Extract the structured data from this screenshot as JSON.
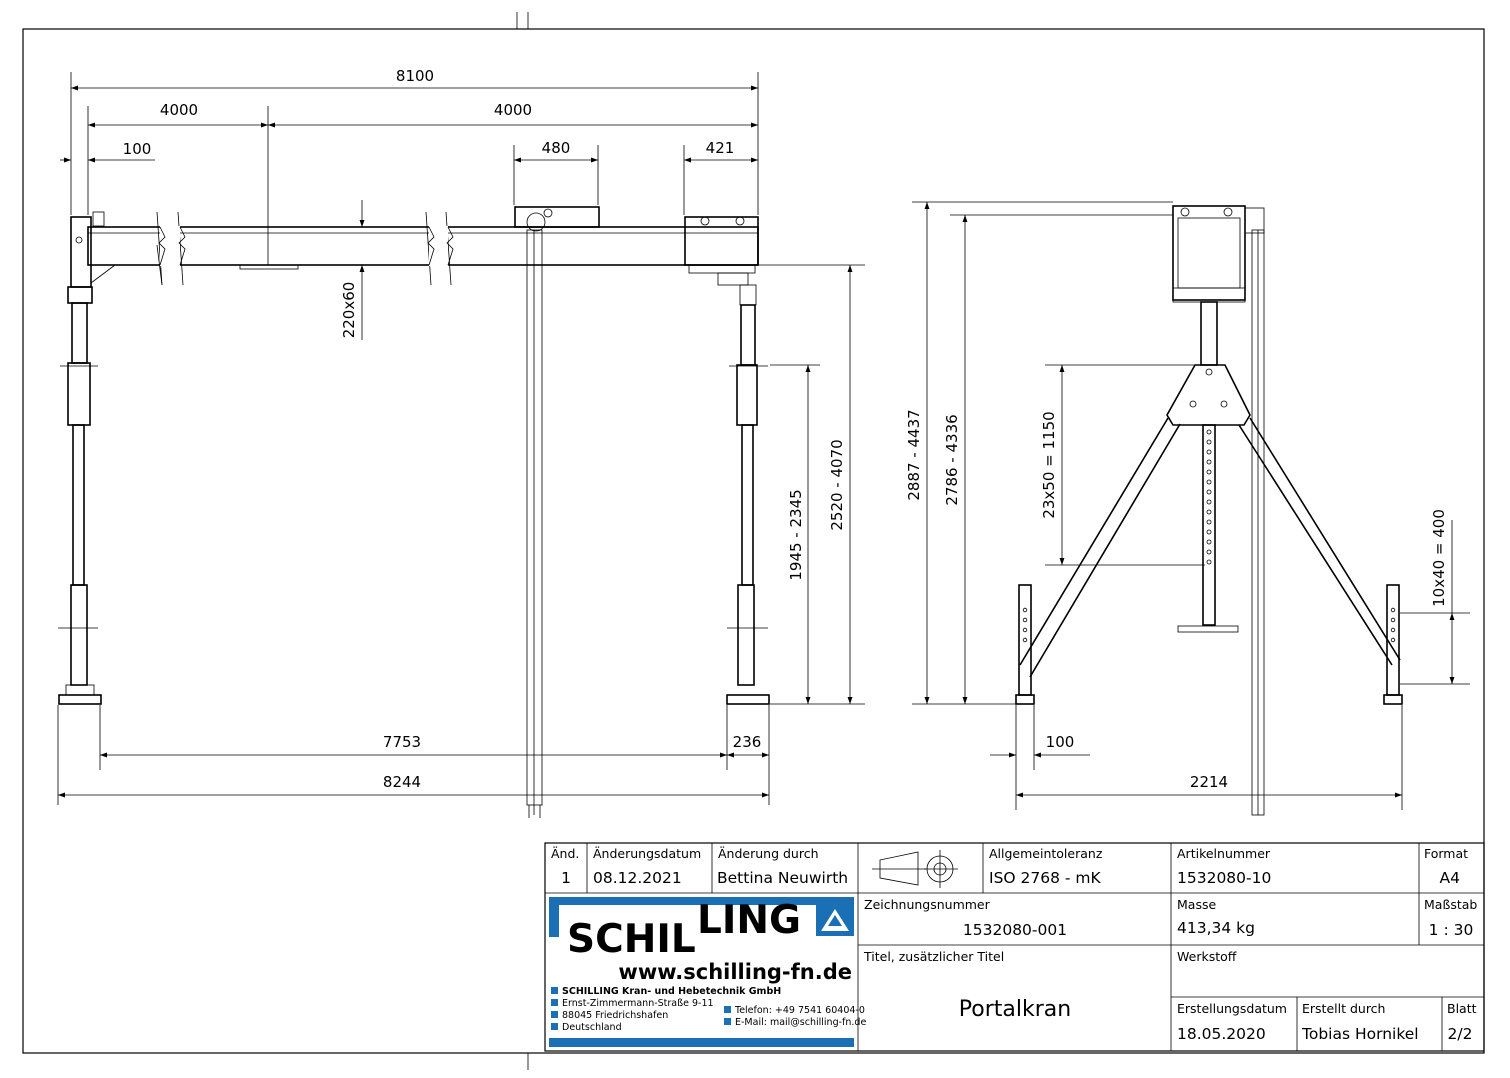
{
  "dimensions": {
    "front": {
      "total_length": "8100",
      "half_left": "4000",
      "half_right": "4000",
      "offset_left": "100",
      "trolley_width": "480",
      "end_width": "421",
      "beam_profile": "220x60",
      "height_leg": "1945 - 2345",
      "height_beam": "2520 - 4070",
      "base_span": "7753",
      "foot_width": "236",
      "overall_span": "8244"
    },
    "side": {
      "total_height": "2887 - 4437",
      "beam_height": "2786 - 4336",
      "hole_pattern_upper": "23x50 = 1150",
      "hole_pattern_lower": "10x40 = 400",
      "foot_offset": "100",
      "base_width": "2214"
    }
  },
  "titleblock": {
    "rev_label": "Änd.",
    "rev_value": "1",
    "change_date_label": "Änderungsdatum",
    "change_date_value": "08.12.2021",
    "change_by_label": "Änderung durch",
    "change_by_value": "Bettina Neuwirth",
    "tolerance_label": "Allgemeintoleranz",
    "tolerance_value": "ISO 2768 - mK",
    "article_label": "Artikelnummer",
    "article_value": "1532080-10",
    "format_label": "Format",
    "format_value": "A4",
    "drawing_no_label": "Zeichnungsnummer",
    "drawing_no_value": "1532080-001",
    "mass_label": "Masse",
    "mass_value": "413,34 kg",
    "scale_label": "Maßstab",
    "scale_value": "1 : 30",
    "title_label": "Titel, zusätzlicher Titel",
    "title_value": "Portalkran",
    "material_label": "Werkstoff",
    "material_value": "",
    "created_date_label": "Erstellungsdatum",
    "created_date_value": "18.05.2020",
    "created_by_label": "Erstellt durch",
    "created_by_value": "Tobias Hornikel",
    "sheet_label": "Blatt",
    "sheet_value": "2/2"
  },
  "company": {
    "logo_left": "SCHIL",
    "logo_right": "LING",
    "website": "www.schilling-fn.de",
    "name": "SCHILLING Kran- und Hebetechnik GmbH",
    "street": "Ernst-Zimmermann-Straße 9-11",
    "city": "88045 Friedrichshafen",
    "country": "Deutschland",
    "phone": "Telefon: +49 7541 60404-0",
    "email": "E-Mail: mail@schilling-fn.de",
    "brand_color": "#1a6fb5"
  }
}
